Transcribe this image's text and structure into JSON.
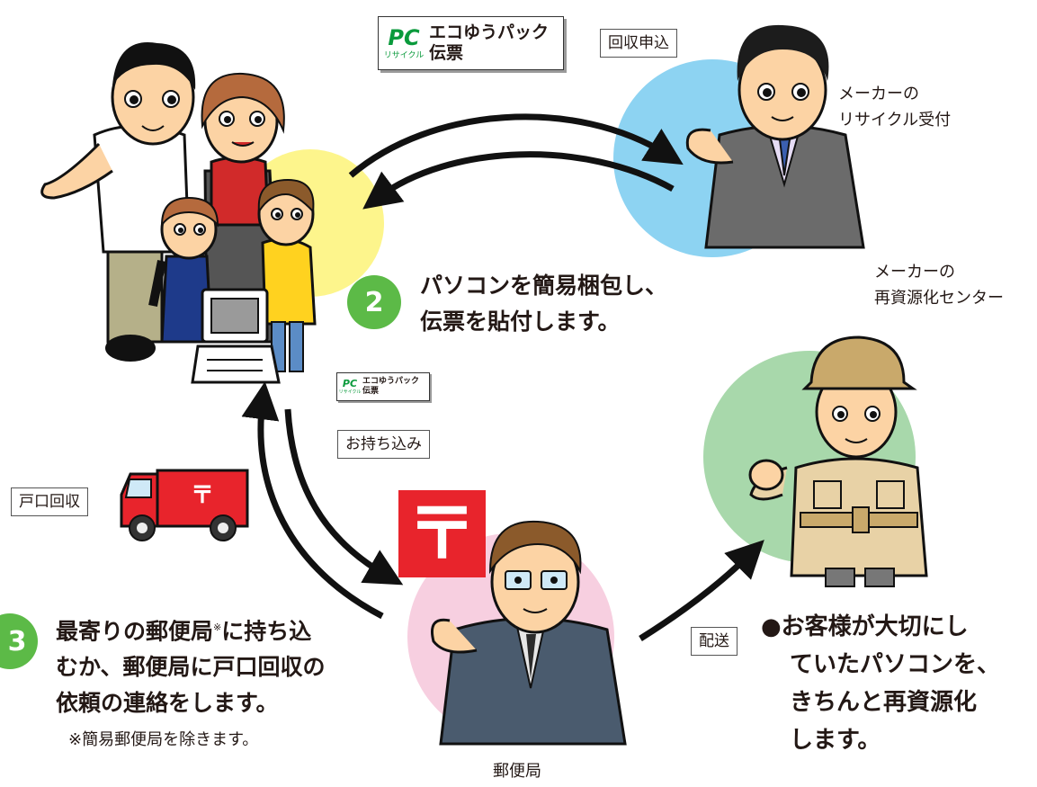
{
  "tickets": {
    "logo_mark": "PC",
    "logo_sub": "リサイクル",
    "line1": "エコゆうパック",
    "line2": "伝票"
  },
  "labels": {
    "collection_request": "回収申込",
    "bring_in": "お持ち込み",
    "door_pickup": "戸口回収",
    "delivery": "配送"
  },
  "actors": {
    "maker_reception": [
      "メーカーの",
      "リサイクル受付"
    ],
    "maker_recycling_center": [
      "メーカーの",
      "再資源化センター"
    ],
    "post_office": "郵便局"
  },
  "steps": {
    "step2": {
      "number": "2",
      "lines": [
        "パソコンを簡易梱包し、",
        "伝票を貼付します。"
      ]
    },
    "step3": {
      "number": "3",
      "lines": [
        "最寄りの郵便局",
        "むか、郵便局に戸口回収の",
        "依頼の連絡をします。"
      ],
      "line1_note_mark": "※",
      "line1_tail": "に持ち込"
    },
    "step3_note": "※簡易郵便局を除きます。"
  },
  "result_text": [
    "●お客様が大切にし",
    "ていたパソコンを、",
    "きちんと再資源化",
    "します。"
  ],
  "post_mark": "〒",
  "colors": {
    "family_circle": "#fdf58c",
    "reception_circle": "#8dd3f2",
    "post_circle": "#f7cfe0",
    "center_circle": "#a8d8ab",
    "step_badge": "#5cba47",
    "post_red": "#e8242c",
    "logo_green": "#0a9a3c"
  }
}
